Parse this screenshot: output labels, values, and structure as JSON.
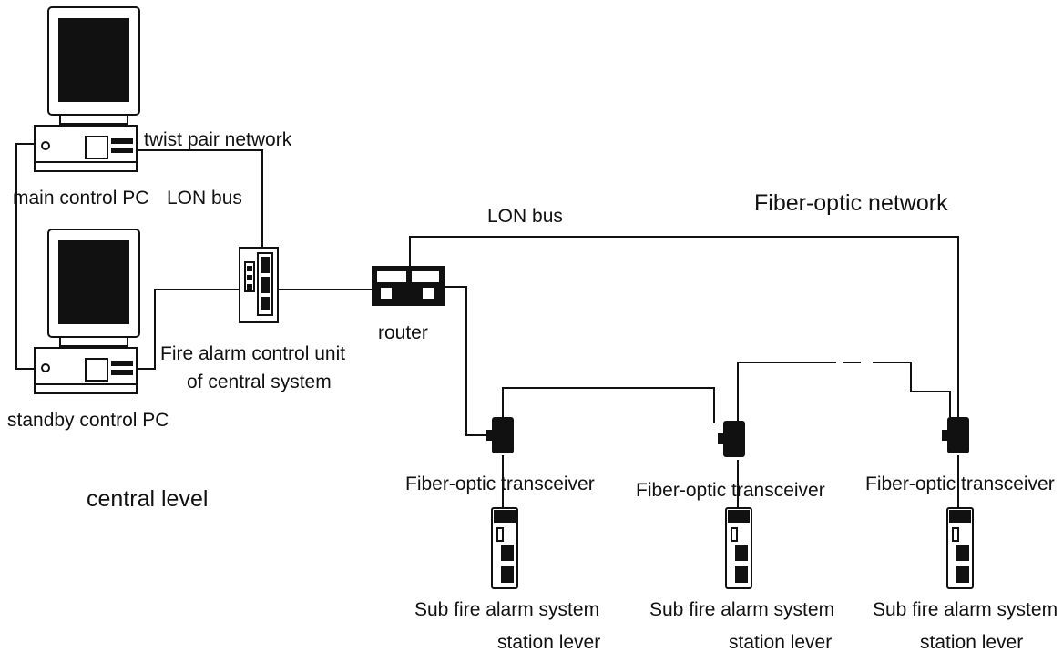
{
  "labels": {
    "twist_pair": "twist pair network",
    "main_pc": "main control PC",
    "lon_bus_left": "LON bus",
    "lon_bus_top": "LON bus",
    "fiber_network": "Fiber-optic network",
    "fire_alarm_line1": "Fire alarm control unit",
    "fire_alarm_line2": "of central system",
    "router": "router",
    "standby_pc": "standby control PC",
    "central_level": "central level",
    "transceivers": [
      {
        "label": "Fiber-optic transceiver"
      },
      {
        "label": "Fiber-optic transceiver"
      },
      {
        "label": "Fiber-optic transceiver"
      }
    ],
    "substations": [
      {
        "line1": "Sub fire alarm system",
        "line2": "station lever"
      },
      {
        "line1": "Sub fire alarm system",
        "line2": "station lever"
      },
      {
        "line1": "Sub fire alarm system",
        "line2": "station lever"
      }
    ]
  },
  "colors": {
    "line": "#111111",
    "background": "#ffffff"
  },
  "icons": {
    "computer": "computer-workstation-icon",
    "control_unit": "control-cabinet-icon",
    "router": "router-icon",
    "transceiver": "fiber-transceiver-icon",
    "substation": "sub-alarm-panel-icon"
  }
}
